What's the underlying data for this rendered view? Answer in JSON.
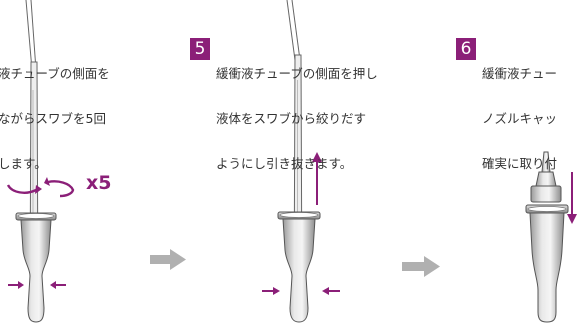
{
  "steps": [
    {
      "number": "",
      "lines": [
        "液チューブの側面を",
        "ながらスワブを5回",
        "します。"
      ]
    },
    {
      "number": "5",
      "lines": [
        "緩衝液チューブの側面を押し",
        "液体をスワブから絞りだす",
        "ようにし引き抜きます。"
      ]
    },
    {
      "number": "6",
      "lines": [
        "緩衝液チュー",
        "ノズルキャッ",
        "確実に取り付"
      ]
    }
  ],
  "rotation_count": "x5",
  "colors": {
    "accent": "#8b1f78",
    "step_arrow": "#b0b0b0",
    "tube_fill": "#d9d9d9",
    "tube_stroke": "#555555"
  },
  "icons": [
    "rotate-arrows-icon",
    "squeeze-arrow-icon",
    "up-arrow-icon",
    "down-arrow-icon",
    "next-step-arrow-icon"
  ]
}
